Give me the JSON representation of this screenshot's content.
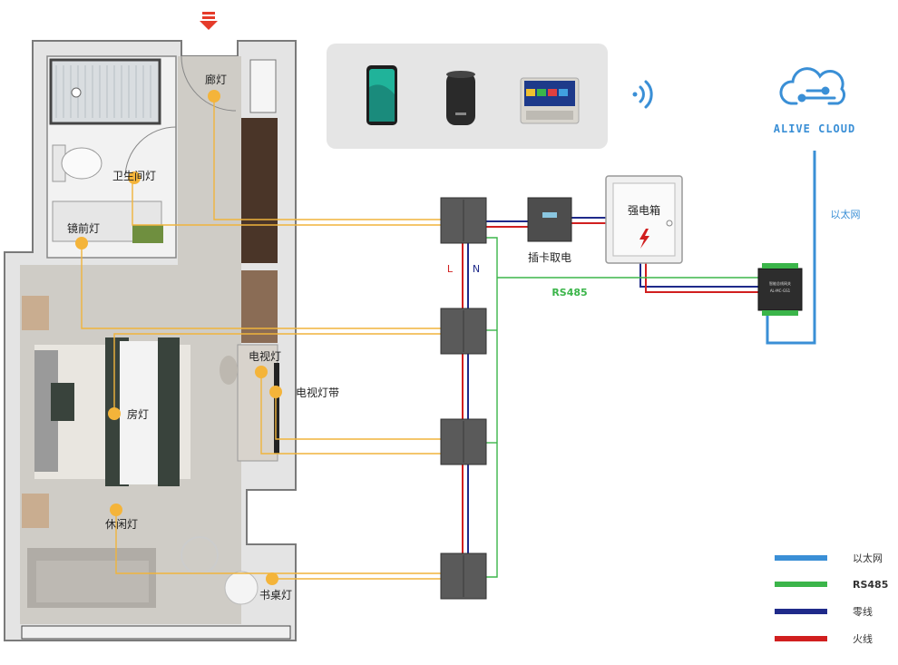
{
  "lights": {
    "corridor": "廊灯",
    "bathroom": "卫生间灯",
    "mirror": "镜前灯",
    "tv": "电视灯",
    "tv_strip": "电视灯带",
    "room": "房灯",
    "leisure": "休闲灯",
    "desk": "书桌灯"
  },
  "devices": {
    "card_power": "插卡取电",
    "power_box": "强电箱",
    "gateway_line1": "智能总线网关",
    "gateway_line2": "AL-MC-GS1"
  },
  "wiring": {
    "live_label": "L",
    "neutral_label": "N",
    "rs485_label": "RS485",
    "ethernet_label": "以太网"
  },
  "cloud": {
    "name": "ALIVE CLOUD"
  },
  "legend": [
    {
      "label": "以太网",
      "color": "#3a8fd6"
    },
    {
      "label": "RS485",
      "color": "#3bb54a"
    },
    {
      "label": "零线",
      "color": "#1f2a8a"
    },
    {
      "label": "火线",
      "color": "#d11f1f"
    }
  ],
  "colors": {
    "light_wire": "#f0b43c",
    "rs485": "#3bb54a",
    "neutral": "#1f2a8a",
    "live": "#d11f1f",
    "ethernet": "#3a8fd6",
    "cloud": "#3a8fd6"
  },
  "icons": [
    "entrance-arrow-icon",
    "smartphone-icon",
    "smart-speaker-icon",
    "control-panel-icon",
    "wifi-icon",
    "cloud-icon",
    "lightning-icon"
  ]
}
